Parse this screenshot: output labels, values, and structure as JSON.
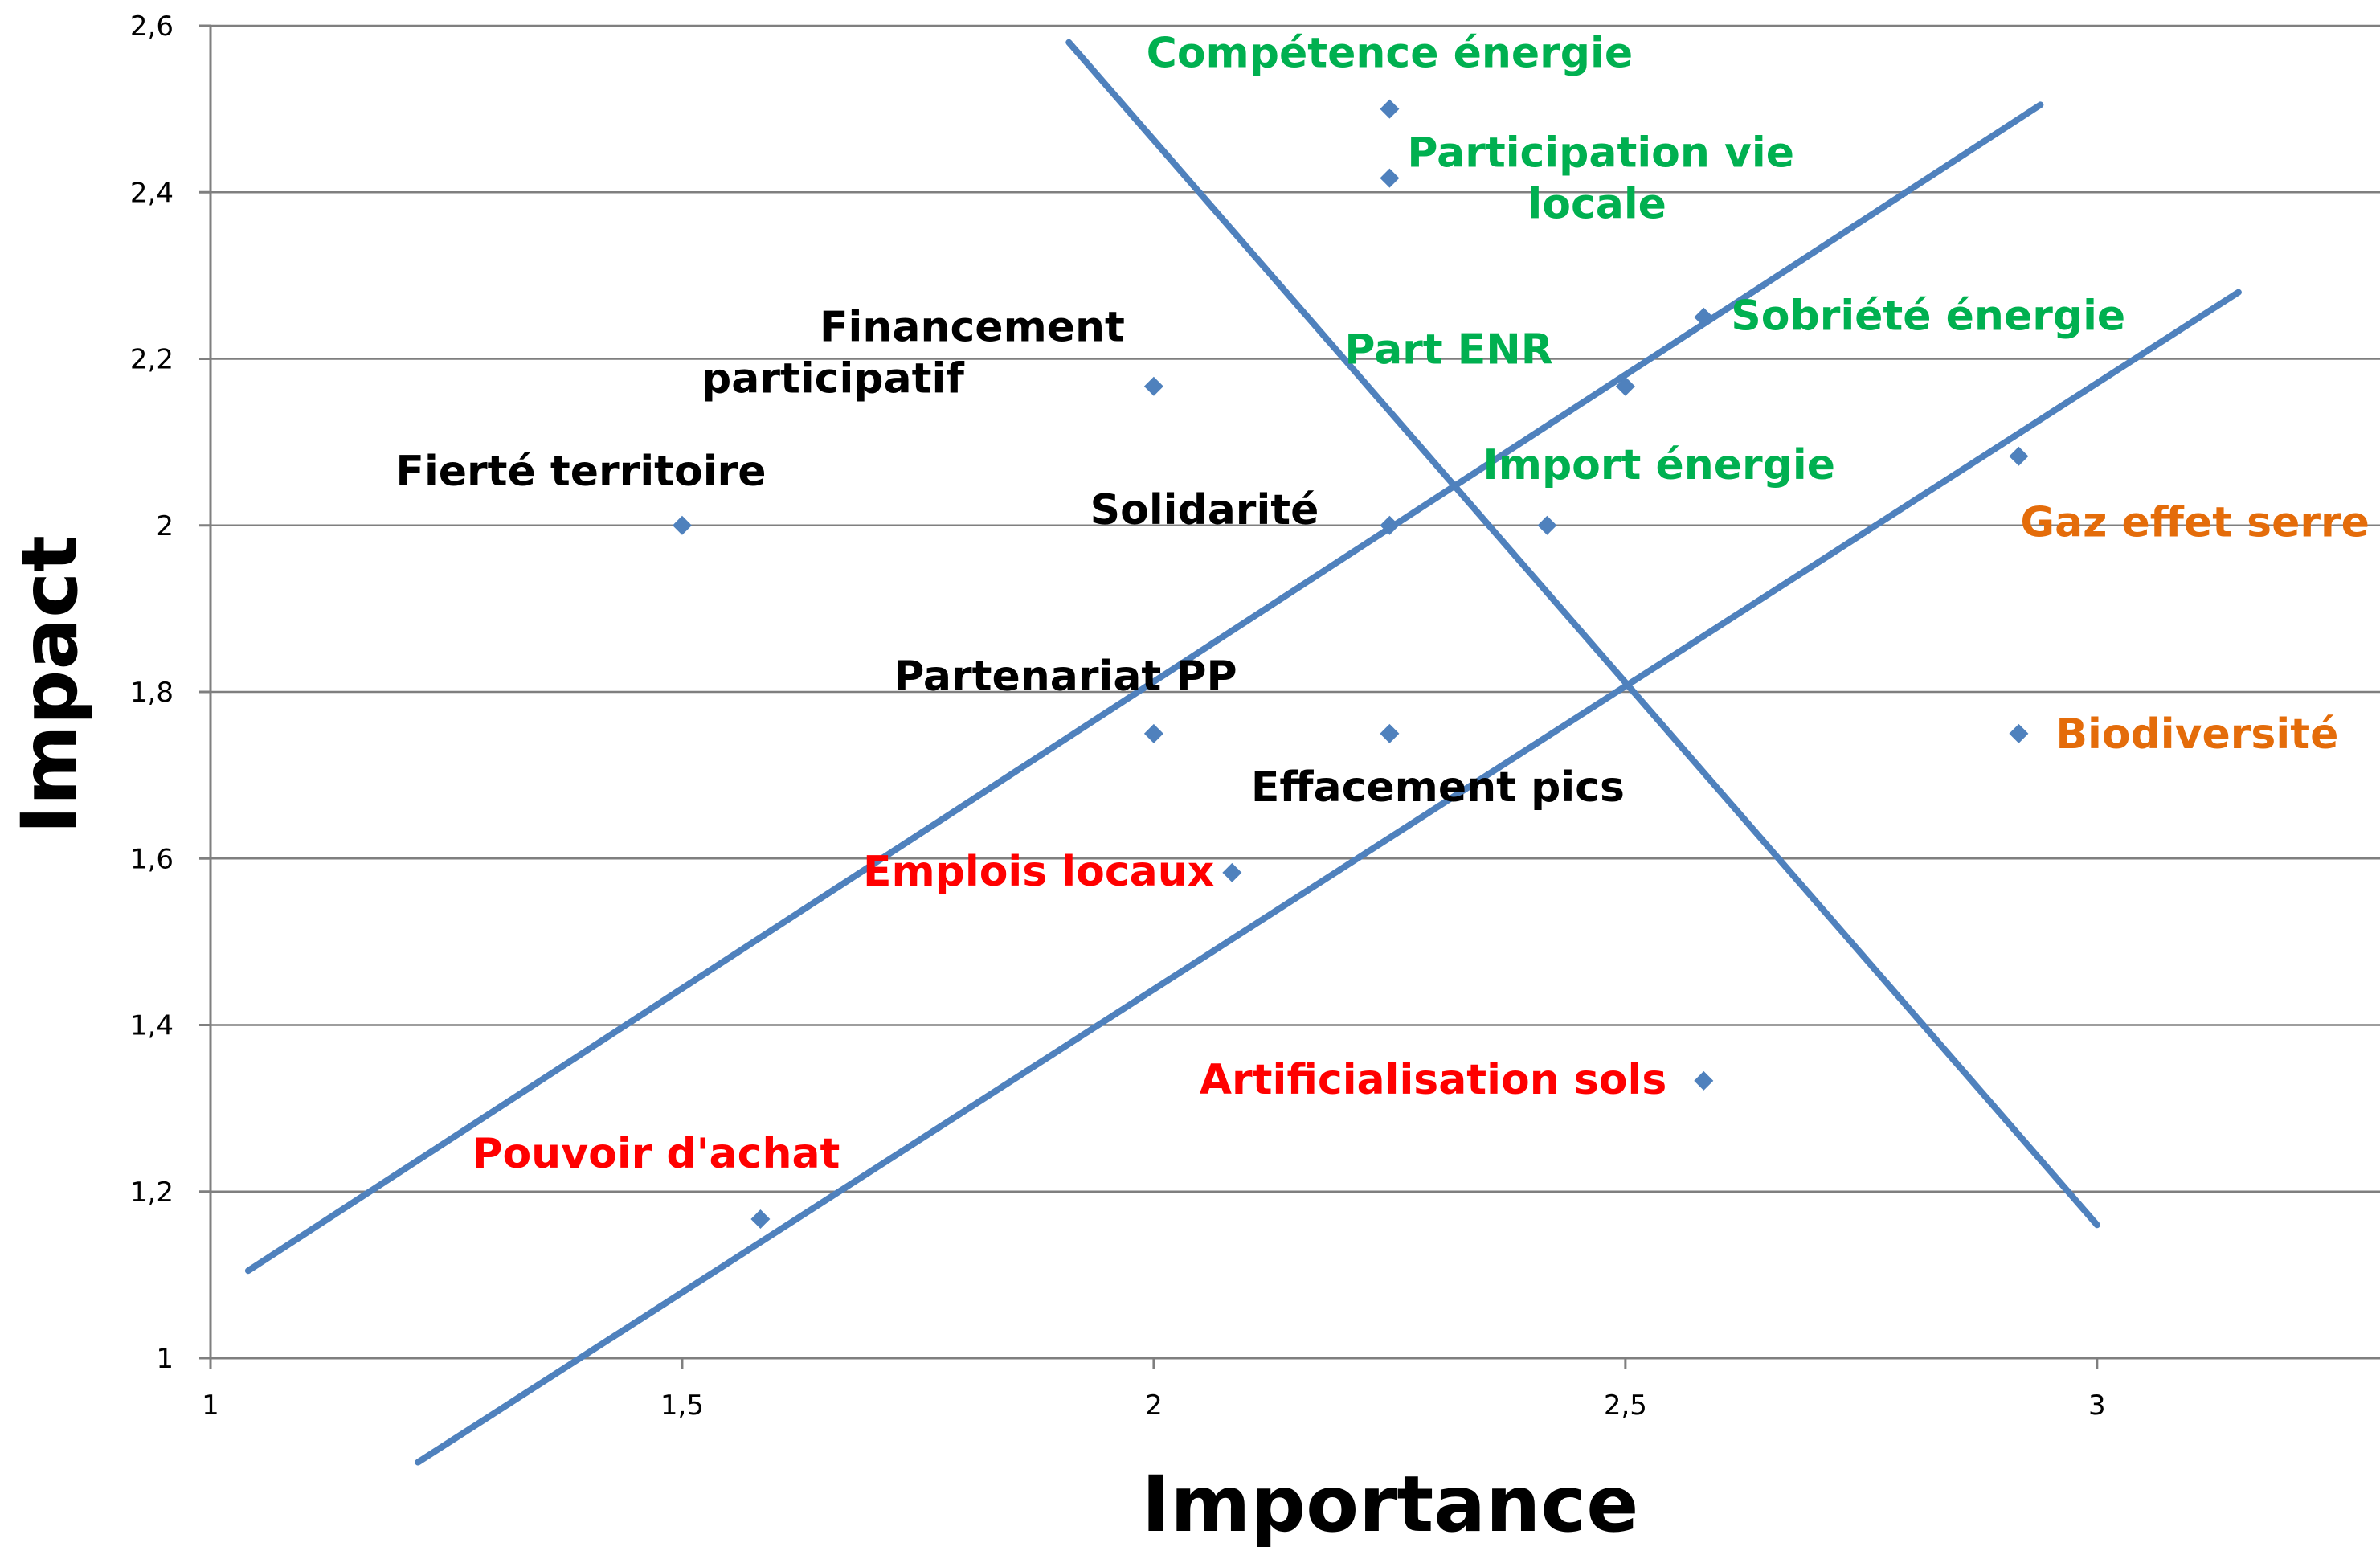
{
  "chart_data": {
    "type": "scatter",
    "title": "",
    "xlabel": "Importance",
    "ylabel": "Impact",
    "xlim": [
      1,
      3.3
    ],
    "ylim": [
      1,
      2.6
    ],
    "x_ticks": [
      "1",
      "1,5",
      "2",
      "2,5",
      "3"
    ],
    "y_ticks": [
      "1",
      "1,2",
      "1,4",
      "1,6",
      "1,8",
      "2",
      "2,2",
      "2,4",
      "2,6"
    ],
    "grid": true,
    "colors": {
      "marker": "#4f81bd",
      "line": "#4f81bd",
      "green": "#00b050",
      "black": "#000000",
      "red": "#ff0000",
      "orange": "#e46c0a"
    },
    "points": [
      {
        "label": "Compétence énergie",
        "x": 2.25,
        "y": 2.5,
        "color": "green"
      },
      {
        "label": "Participation vie locale",
        "x": 2.25,
        "y": 2.417,
        "color": "green"
      },
      {
        "label": "Sobriété énergie",
        "x": 2.583,
        "y": 2.25,
        "color": "green"
      },
      {
        "label": "Part ENR",
        "x": 2.5,
        "y": 2.167,
        "color": "green"
      },
      {
        "label": "Import énergie",
        "x": 2.417,
        "y": 2.0,
        "color": "green"
      },
      {
        "label": "Financement participatif",
        "x": 2.0,
        "y": 2.167,
        "color": "black"
      },
      {
        "label": "Fierté territoire",
        "x": 1.5,
        "y": 2.0,
        "color": "black"
      },
      {
        "label": "Solidarité",
        "x": 2.25,
        "y": 2.0,
        "color": "black"
      },
      {
        "label": "Partenariat PP",
        "x": 2.0,
        "y": 1.75,
        "color": "black"
      },
      {
        "label": "Effacement pics",
        "x": 2.25,
        "y": 1.75,
        "color": "black"
      },
      {
        "label": "Emplois locaux",
        "x": 2.083,
        "y": 1.583,
        "color": "red"
      },
      {
        "label": "Artificialisation sols",
        "x": 2.583,
        "y": 1.333,
        "color": "red"
      },
      {
        "label": "Pouvoir d'achat",
        "x": 1.583,
        "y": 1.167,
        "color": "red"
      },
      {
        "label": "Gaz effet serre",
        "x": 2.917,
        "y": 2.083,
        "color": "orange"
      },
      {
        "label": "Biodiversité",
        "x": 2.917,
        "y": 1.75,
        "color": "orange"
      }
    ],
    "lines": [
      {
        "x1": 1.04,
        "y1": 1.105,
        "x2": 2.94,
        "y2": 2.505
      },
      {
        "x1": 1.22,
        "y1": 0.875,
        "x2": 3.15,
        "y2": 2.28
      },
      {
        "x1": 1.91,
        "y1": 2.58,
        "x2": 3.0,
        "y2": 1.16
      }
    ]
  }
}
